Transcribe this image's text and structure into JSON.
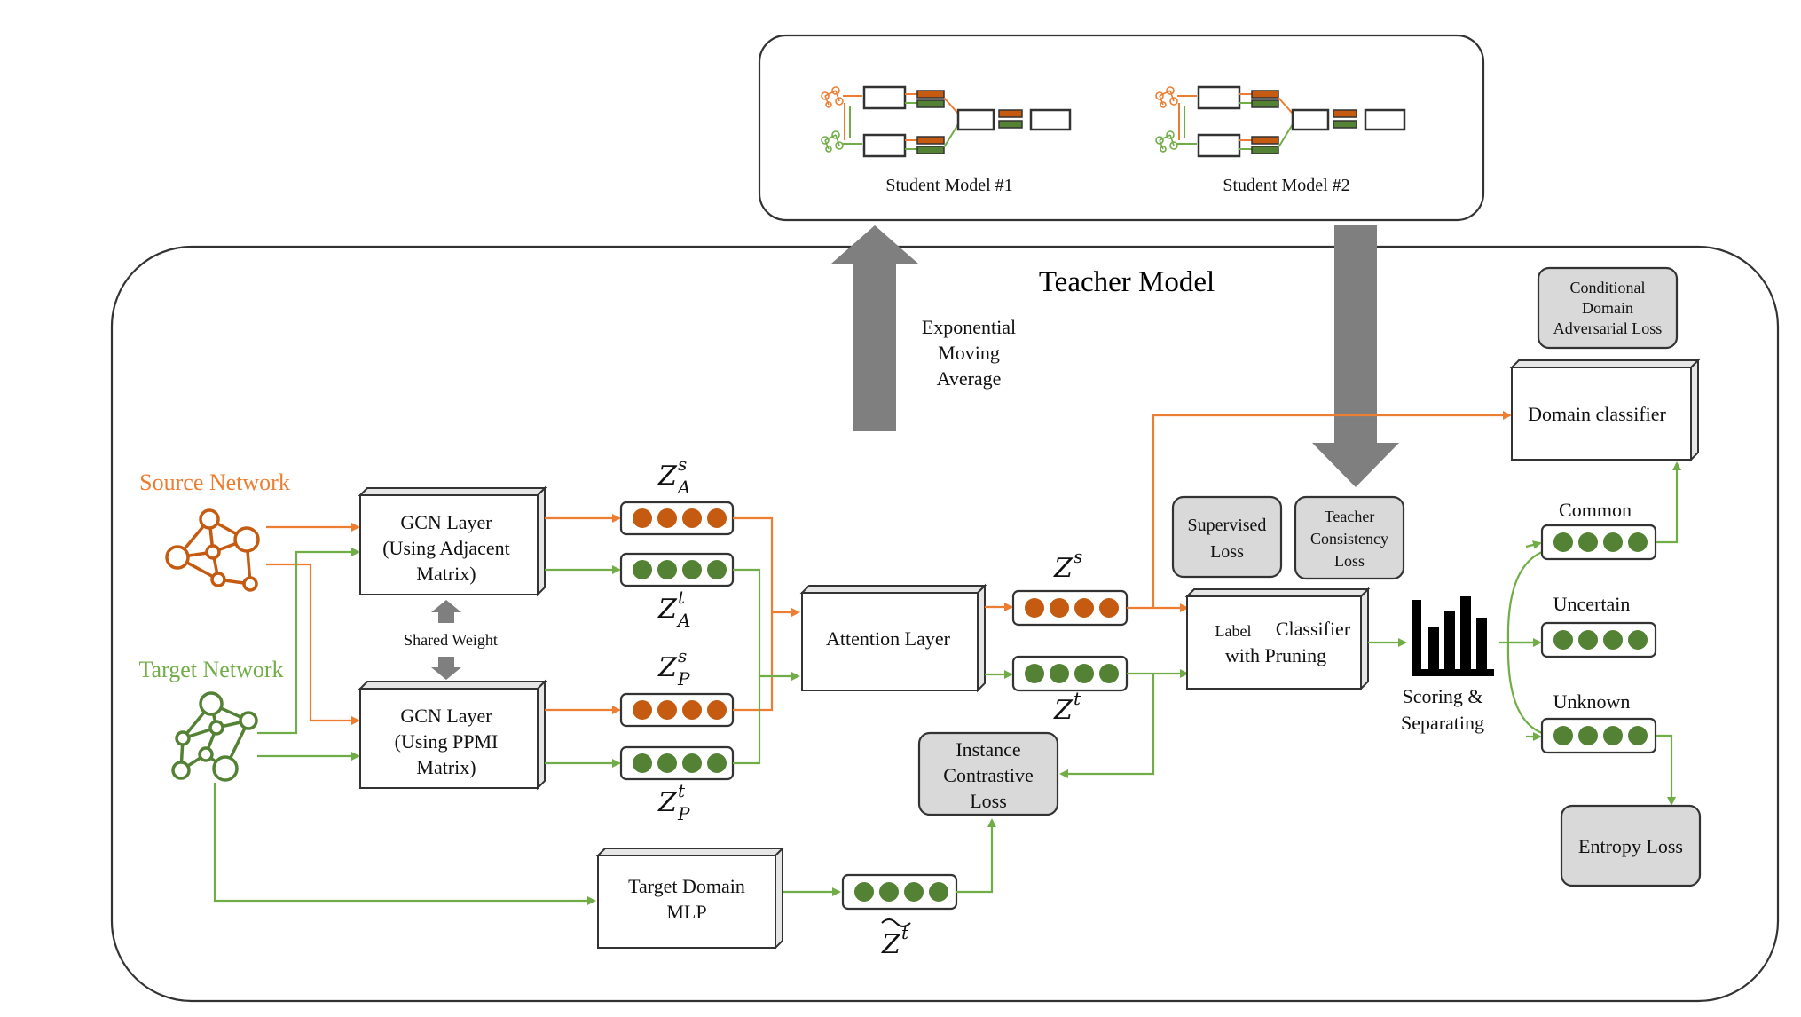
{
  "student_panel": {
    "student_1": "Student Model #1",
    "student_2": "Student Model #2"
  },
  "teacher": {
    "title": "Teacher Model",
    "ema_line1": "Exponential",
    "ema_line2": "Moving",
    "ema_line3": "Average"
  },
  "inputs": {
    "source": "Source Network",
    "target": "Target Network"
  },
  "gcn_adj": {
    "line1": "GCN Layer",
    "line2": "(Using Adjacent",
    "line3": "Matrix)"
  },
  "gcn_ppmi": {
    "line1": "GCN Layer",
    "line2": "(Using PPMI",
    "line3": "Matrix)"
  },
  "shared_weight": "Shared Weight",
  "embeddings": {
    "z_a_s": "Z",
    "z_a_s_sup": "s",
    "z_a_s_sub": "A",
    "z_a_t": "Z",
    "z_a_t_sup": "t",
    "z_a_t_sub": "A",
    "z_p_s": "Z",
    "z_p_s_sup": "s",
    "z_p_s_sub": "P",
    "z_p_t": "Z",
    "z_p_t_sup": "t",
    "z_p_t_sub": "P",
    "z_s": "Z",
    "z_s_sup": "s",
    "z_t": "Z",
    "z_t_sup": "t",
    "z_tilde": "Z",
    "z_tilde_sup": "t"
  },
  "attention": "Attention Layer",
  "label_classifier": {
    "line1a": "Label",
    "line1b": "Classifier",
    "line2": "with Pruning"
  },
  "losses": {
    "supervised_1": "Supervised",
    "supervised_2": "Loss",
    "teacher_1": "Teacher",
    "teacher_2": "Consistency",
    "teacher_3": "Loss",
    "instance_1": "Instance",
    "instance_2": "Contrastive",
    "instance_3": "Loss",
    "cond_1": "Conditional",
    "cond_2": "Domain",
    "cond_3": "Adversarial Loss",
    "entropy": "Entropy Loss"
  },
  "domain_classifier": "Domain classifier",
  "scoring": {
    "line1": "Scoring &",
    "line2": "Separating"
  },
  "groups": {
    "common": "Common",
    "uncertain": "Uncertain",
    "unknown": "Unknown"
  },
  "mlp": {
    "line1": "Target Domain",
    "line2": "MLP"
  },
  "colors": {
    "source": "#ed7d31",
    "target": "#70ad47",
    "source_dot": "#c55a11",
    "target_dot": "#548235",
    "arrow": "#7f7f7f",
    "loss_fill": "#d9d9d9"
  }
}
